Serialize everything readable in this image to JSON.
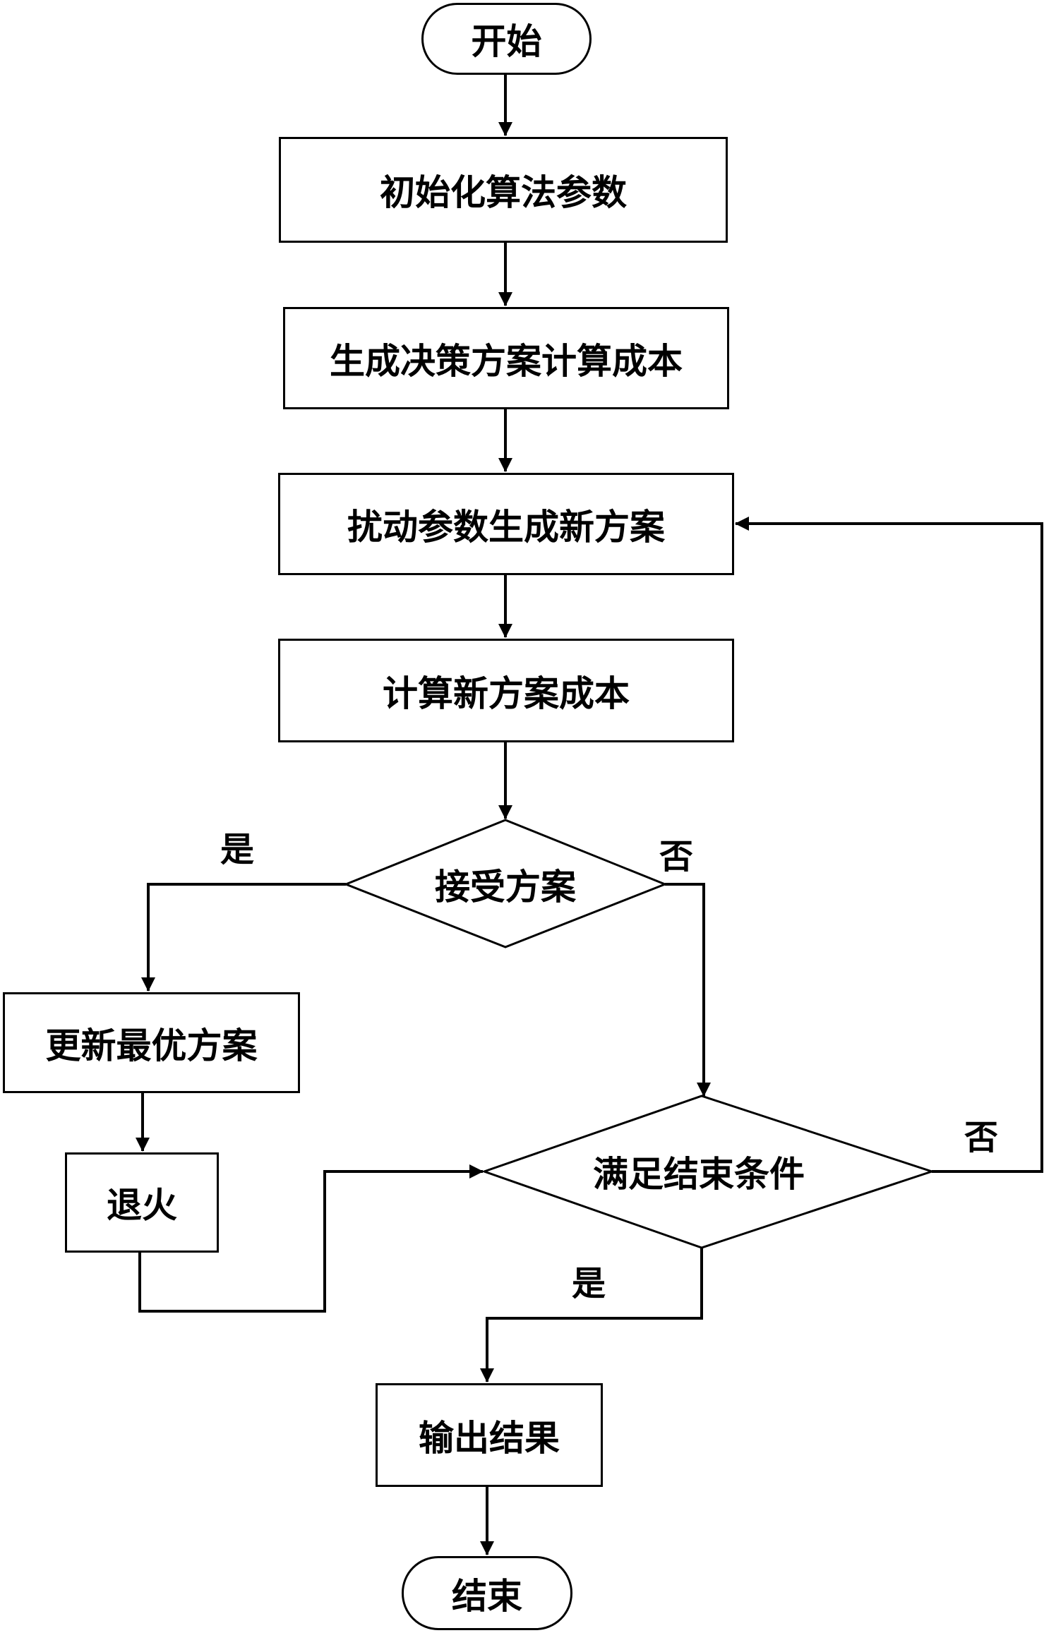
{
  "nodes": {
    "start": "开始",
    "init": "初始化算法参数",
    "generate": "生成决策方案计算成本",
    "perturb": "扰动参数生成新方案",
    "compute": "计算新方案成本",
    "accept": "接受方案",
    "update": "更新最优方案",
    "anneal": "退火",
    "satisfy": "满足结束条件",
    "output": "输出结果",
    "end": "结束"
  },
  "labels": {
    "accept_yes": "是",
    "accept_no": "否",
    "satisfy_no": "否",
    "satisfy_yes": "是"
  }
}
